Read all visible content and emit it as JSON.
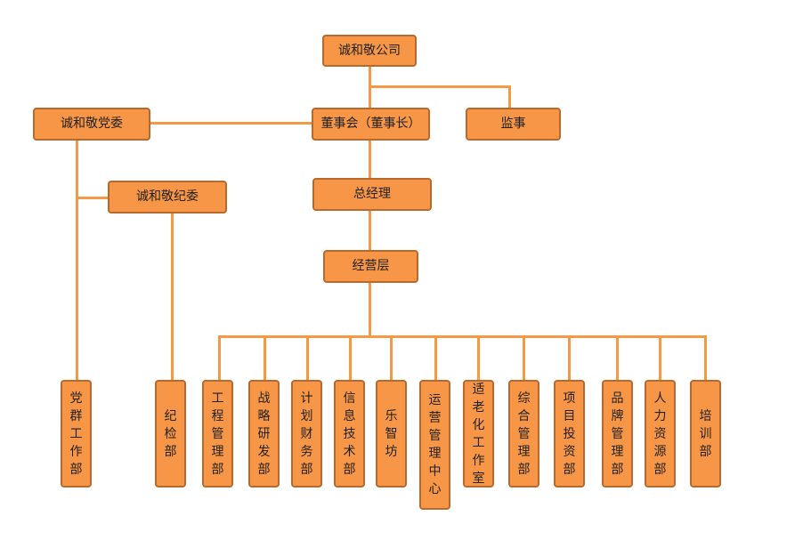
{
  "nodes": {
    "company": "诚和敬公司",
    "board": "董事会（董事长）",
    "supervisor": "监事",
    "party_committee": "诚和敬党委",
    "discipline_committee": "诚和敬纪委",
    "general_manager": "总经理",
    "management": "经营层"
  },
  "departments": {
    "party_mass": "党群工作部",
    "discipline_inspection": "纪检部",
    "engineering": "工程管理部",
    "strategy": "战略研发部",
    "finance": "计划财务部",
    "it": "信息技术部",
    "le_zhi_fang": "乐智坊",
    "operations_center": "运营管理中心",
    "elderly_studio": "适老化工作室",
    "general_admin": "综合管理部",
    "investment": "项目投资部",
    "brand": "品牌管理部",
    "hr": "人力资源部",
    "training": "培训部"
  },
  "colors": {
    "box_fill": "#F79646",
    "box_border": "#B66A2E",
    "connector": "#F59A44"
  }
}
